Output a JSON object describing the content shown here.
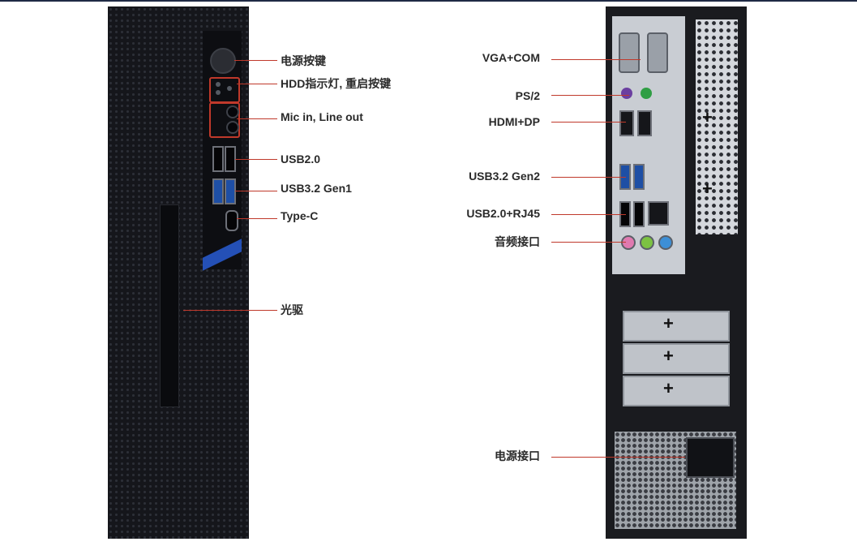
{
  "front_labels": {
    "power_button": "电源按键",
    "hdd_restart": "HDD指示灯, 重启按键",
    "audio": "Mic  in,  Line out",
    "usb2": "USB2.0",
    "usb3": "USB3.2 Gen1",
    "typec": "Type-C",
    "optical": "光驱"
  },
  "rear_labels": {
    "vga_com": "VGA+COM",
    "ps2": "PS/2",
    "hdmi_dp": "HDMI+DP",
    "usb3_gen2": "USB3.2 Gen2",
    "usb2_rj45": "USB2.0+RJ45",
    "audio": "音频接口",
    "power_input": "电源接口"
  },
  "colors": {
    "leader_line": "#c0392b",
    "usb3_blue": "#1e4fa5",
    "ps2_purple": "#6b3fa0",
    "ps2_green": "#2f9e44",
    "audio_pink": "#e07ab0",
    "audio_green": "#7cc242",
    "audio_blue": "#3d8fd6"
  }
}
